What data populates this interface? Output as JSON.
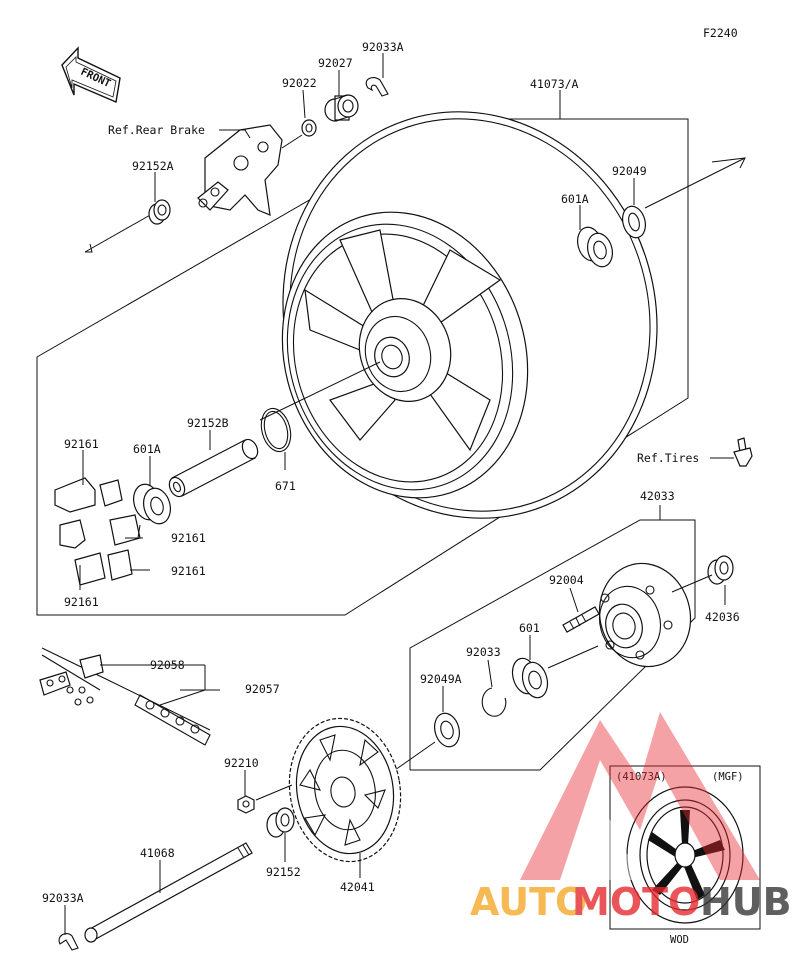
{
  "diagram_code": "F2240",
  "front_label": "FRONT",
  "labels": {
    "p92033A_top": "92033A",
    "p92027": "92027",
    "p92022": "92022",
    "ref_rear_brake": "Ref.Rear Brake",
    "p92152A": "92152A",
    "p41073A": "41073/A",
    "p92049": "92049",
    "p601A_right": "601A",
    "p92152B": "92152B",
    "p92161_top": "92161",
    "p601A_left": "601A",
    "p671": "671",
    "p92161_mid": "92161",
    "p92161_low": "92161",
    "p92161_bottom": "92161",
    "ref_tires": "Ref.Tires",
    "p42033": "42033",
    "p92004": "92004",
    "p601": "601",
    "p92033": "92033",
    "p92049A": "92049A",
    "p42036": "42036",
    "p92058": "92058",
    "p92057": "92057",
    "p92210": "92210",
    "p41068": "41068",
    "p92152": "92152",
    "p42041": "42041",
    "p92033A_bottom": "92033A"
  },
  "inset": {
    "part_label": "(41073A)",
    "variant_label": "(MGF)",
    "footer_label": "WOD"
  },
  "watermark": {
    "text_auto": "AUTO",
    "text_moto": "MOTO",
    "text_hub": "HUB",
    "color_orange": "#f5a623",
    "color_red": "#e5262b",
    "color_dark": "#333333"
  }
}
